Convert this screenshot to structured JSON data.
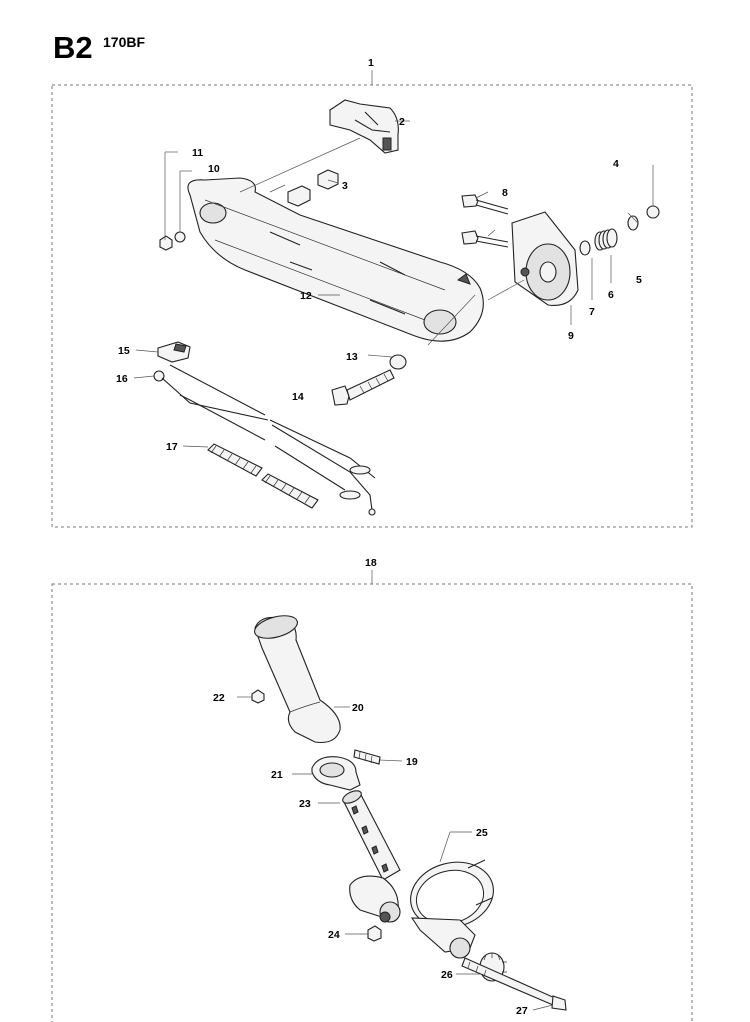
{
  "header": {
    "section_code": "B2",
    "model": "170BF"
  },
  "assemblies": [
    {
      "ref": "1"
    },
    {
      "ref": "18"
    }
  ],
  "callouts": [
    "1",
    "2",
    "3",
    "4",
    "5",
    "6",
    "7",
    "8",
    "9",
    "10",
    "11",
    "12",
    "13",
    "14",
    "15",
    "16",
    "17",
    "18",
    "19",
    "20",
    "21",
    "22",
    "23",
    "24",
    "25",
    "26",
    "27"
  ]
}
